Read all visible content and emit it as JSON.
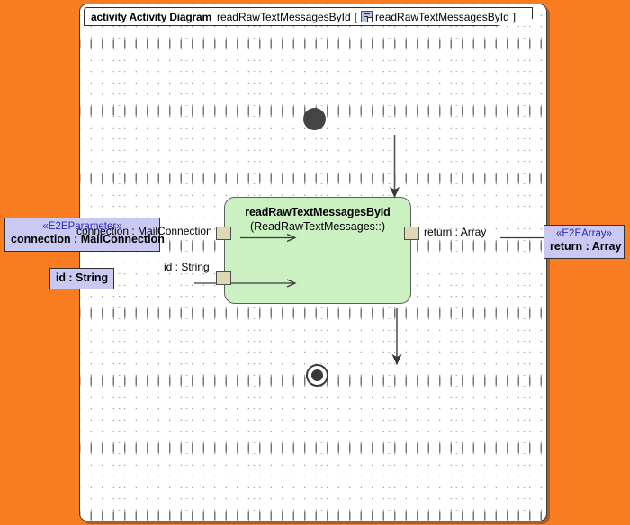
{
  "canvas": {
    "background_color": "#f97c20",
    "frame_background": "#ffffff",
    "grid": "dotted"
  },
  "frame": {
    "keyword": "activity Activity Diagram",
    "name": "readRawTextMessagesById",
    "bracket_open": "[",
    "icon": "activity-diagram-icon",
    "qualifier": "readRawTextMessagesById",
    "bracket_close": "]"
  },
  "diagram": {
    "type": "uml-activity-diagram",
    "nodes": [
      {
        "id": "initial",
        "kind": "initial-node",
        "label": "",
        "color": "#444444"
      },
      {
        "id": "action",
        "kind": "call-behavior-action",
        "title": "readRawTextMessagesById",
        "subtitle": "(ReadRawTextMessages::)",
        "fill": "#cbf0c2",
        "stroke": "#5f5f5f"
      },
      {
        "id": "final",
        "kind": "activity-final-node",
        "label": "",
        "color": "#3a3a3a"
      }
    ],
    "pins": [
      {
        "id": "pin-connection",
        "name": "connection : MailConnection",
        "fill": "#ded8b4"
      },
      {
        "id": "pin-id",
        "name": "id : String",
        "fill": "#ded8b4"
      },
      {
        "id": "pin-return",
        "name": "return : Array",
        "fill": "#ded8b4"
      }
    ],
    "parameters": [
      {
        "id": "param-connection",
        "stereotype": "«E2EParameter»",
        "name": "connection : MailConnection",
        "fill": "#c9c9f4",
        "stereotype_color": "#2b2bbd"
      },
      {
        "id": "param-id",
        "stereotype": "",
        "name": "id : String",
        "fill": "#c9c9f4",
        "stereotype_color": "#2b2bbd"
      },
      {
        "id": "param-return",
        "stereotype": "«E2EArray»",
        "name": "return : Array",
        "fill": "#c9c9f4",
        "stereotype_color": "#2b2bbd"
      }
    ],
    "edges": [
      {
        "id": "edge-connection",
        "label": "connection : MailConnection",
        "from": "param-connection",
        "to": "pin-connection"
      },
      {
        "id": "edge-id",
        "label": "id : String",
        "from": "param-id",
        "to": "pin-id"
      },
      {
        "id": "edge-return",
        "label": "return : Array",
        "from": "pin-return",
        "to": "param-return"
      },
      {
        "id": "edge-initial-action",
        "label": "",
        "from": "initial",
        "to": "action"
      },
      {
        "id": "edge-action-final",
        "label": "",
        "from": "action",
        "to": "final"
      }
    ]
  }
}
